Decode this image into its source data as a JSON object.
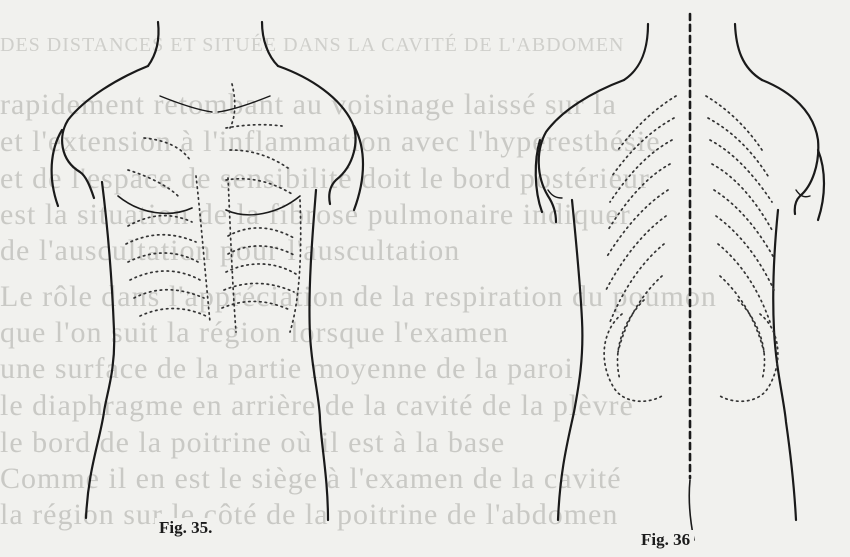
{
  "document": {
    "figures": [
      {
        "id": "fig35",
        "caption": "Fig. 35.",
        "view": "anterior thorax"
      },
      {
        "id": "fig36",
        "caption": "Fig. 36",
        "view": "posterior thorax"
      }
    ],
    "bleed_through_text": [
      "DES DISTANCES ET SITUÉE DANS LA CAVITÉ DE L'ABDOMEN",
      "rapidement retombant au voisinage laissé sur la",
      "et l'extension à l'inflammation avec l'hyperesthésie",
      "et de l'espace de sensibilité doit le bord postérieur",
      "est la situation de la fibrose pulmonaire indiquer",
      "de l'auscultation pour l'auscultation",
      "Le rôle dans l'appréciation de la respiration du poumon",
      "que l'on suit la région lorsque l'examen",
      "une surface de la partie moyenne de la paroi",
      "le diaphragme en arrière de la cavité de la plèvre",
      "le bord de la poitrine où il est à la base",
      "Comme il en est le siège à l'examen de la cavité",
      "la région sur le côté de la poitrine de l'abdomen"
    ]
  }
}
